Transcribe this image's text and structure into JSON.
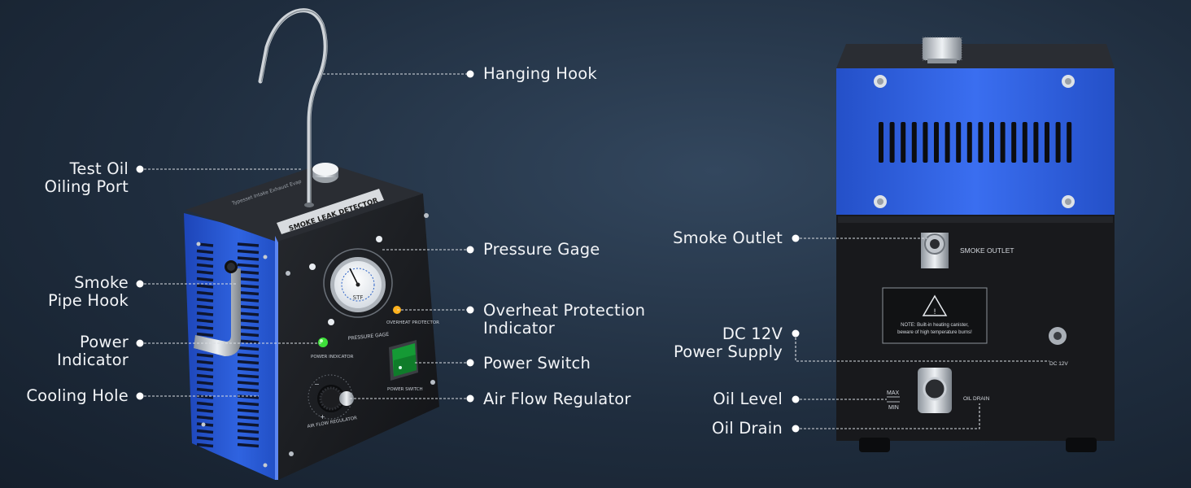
{
  "device_front": {
    "top_label": "SMOKE LEAK DETECTOR",
    "top_small_text": "Typesset Intake Exhaust Evap",
    "gauge_label": "PRESSURE GAGE",
    "power_indicator_label": "POWER INDICATOR",
    "overheat_label": "OVERHEAT PROTECTOR",
    "power_switch_label": "POWER SWITCH",
    "regulator_label": "AIR FLOW REGULATOR"
  },
  "device_back": {
    "smoke_outlet_label": "SMOKE OUTLET",
    "warning_text_1": "NOTE: Built-in heating canister,",
    "warning_text_2": "beware of high temperature burns!",
    "dc_label": "DC 12V",
    "max_label": "MAX",
    "min_label": "MIN",
    "oil_drain_label": "OIL DRAIN"
  },
  "callouts": {
    "hanging_hook": "Hanging Hook",
    "test_oil_line1": "Test Oil",
    "test_oil_line2": "Oiling Port",
    "pressure_gage": "Pressure Gage",
    "smoke_pipe_line1": "Smoke",
    "smoke_pipe_line2": "Pipe Hook",
    "overheat_line1": "Overheat Protection",
    "overheat_line2": "Indicator",
    "power_ind_line1": "Power",
    "power_ind_line2": "Indicator",
    "power_switch": "Power Switch",
    "cooling_hole": "Cooling Hole",
    "air_flow_regulator": "Air Flow Regulator",
    "smoke_outlet": "Smoke Outlet",
    "dc_line1": "DC 12V",
    "dc_line2": "Power Supply",
    "oil_level": "Oil Level",
    "oil_drain": "Oil Drain"
  },
  "colors": {
    "body_blue": "#2d5fd8",
    "panel_black": "#1b1d21",
    "led_green": "#3ee03a",
    "led_amber": "#ffb21e",
    "switch_green": "#159a35"
  }
}
